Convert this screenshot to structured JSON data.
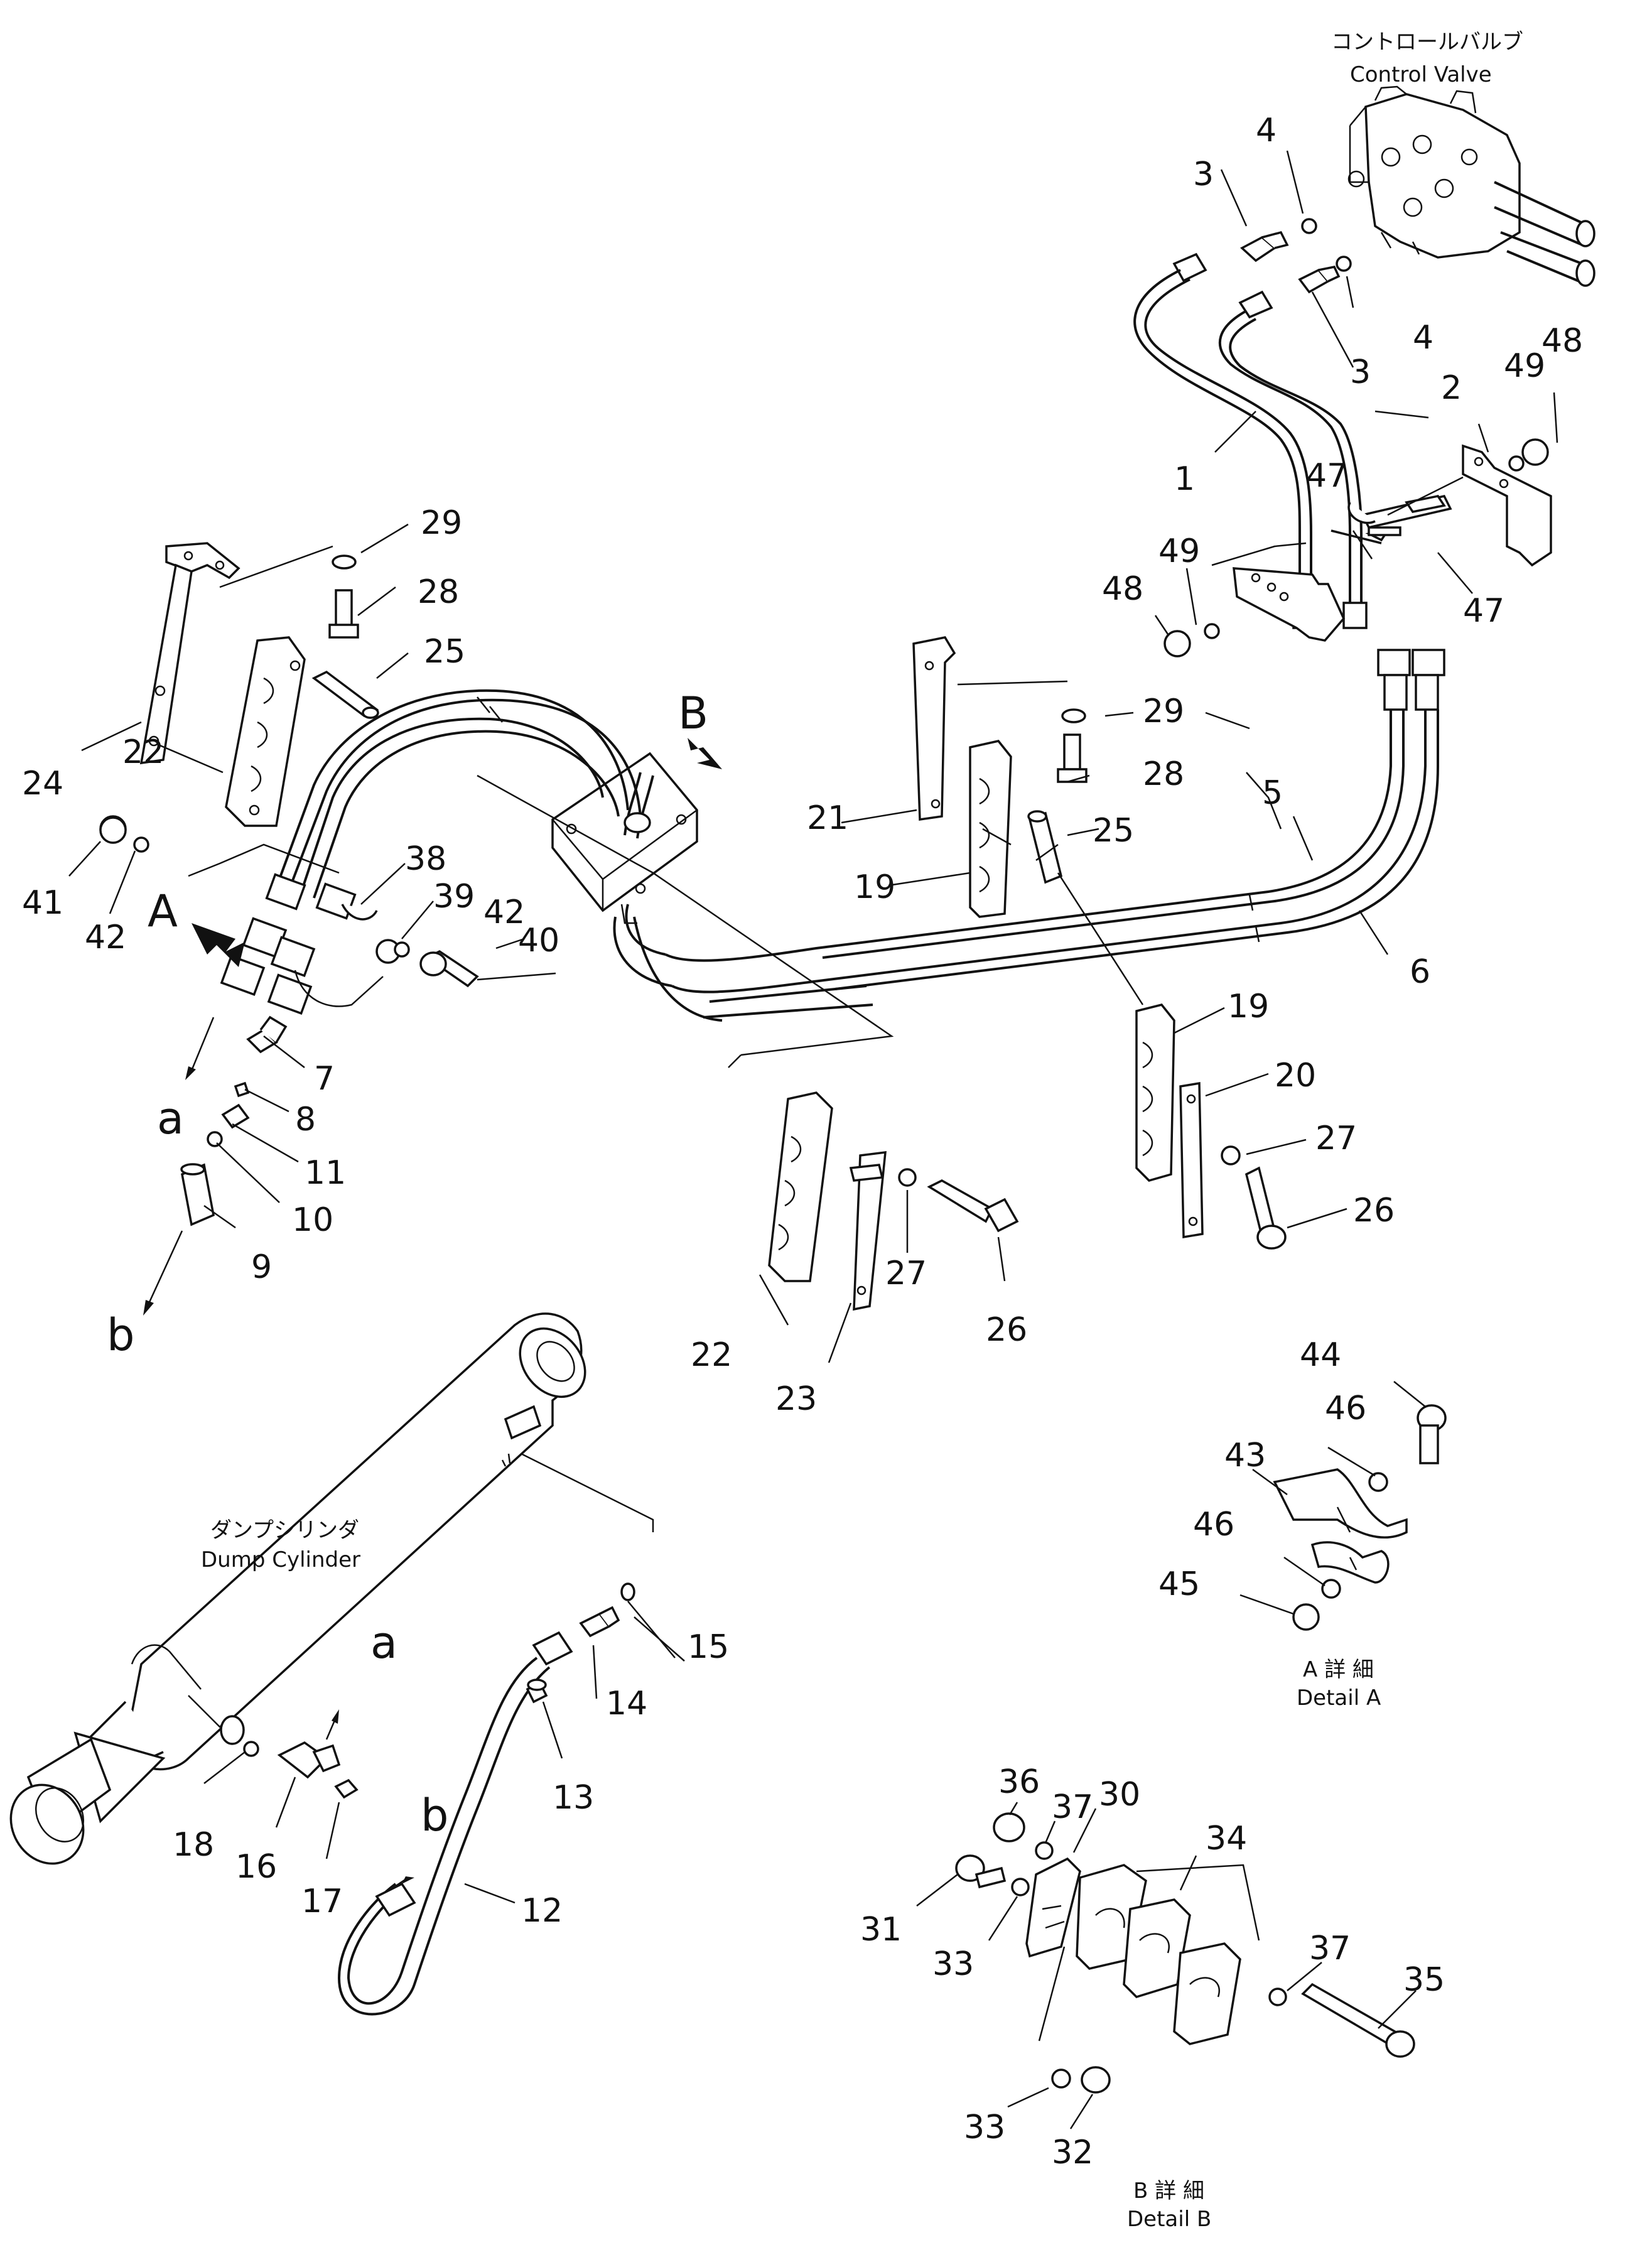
{
  "labels": {
    "control_valve_jp": "コントロールバルブ",
    "control_valve_en": "Control Valve",
    "dump_cylinder_jp": "ダンプシリンダ",
    "dump_cylinder_en": "Dump Cylinder",
    "detail_a_jp": "A 詳 細",
    "detail_a_en": "Detail A",
    "detail_b_jp": "B 詳 細",
    "detail_b_en": "Detail B",
    "arrow_a": "A",
    "arrow_b": "B",
    "ref_a_upper": "a",
    "ref_b_upper": "b",
    "ref_a_lower": "a",
    "ref_b_lower": "b"
  },
  "parts": {
    "p1": "1",
    "p2": "2",
    "p3a": "3",
    "p3b": "3",
    "p4a": "4",
    "p4b": "4",
    "p5": "5",
    "p6": "6",
    "p7": "7",
    "p8": "8",
    "p9": "9",
    "p10": "10",
    "p11": "11",
    "p12": "12",
    "p13": "13",
    "p14": "14",
    "p15": "15",
    "p16": "16",
    "p17": "17",
    "p18": "18",
    "p19a": "19",
    "p19b": "19",
    "p20": "20",
    "p21": "21",
    "p22a": "22",
    "p22b": "22",
    "p23": "23",
    "p24": "24",
    "p25a": "25",
    "p25b": "25",
    "p26a": "26",
    "p26b": "26",
    "p27a": "27",
    "p27b": "27",
    "p28a": "28",
    "p28b": "28",
    "p29a": "29",
    "p29b": "29",
    "p30": "30",
    "p31": "31",
    "p32": "32",
    "p33a": "33",
    "p33b": "33",
    "p34": "34",
    "p35": "35",
    "p36": "36",
    "p37a": "37",
    "p37b": "37",
    "p38": "38",
    "p39": "39",
    "p40": "40",
    "p41": "41",
    "p42a": "42",
    "p42b": "42",
    "p43": "43",
    "p44": "44",
    "p45": "45",
    "p46a": "46",
    "p46b": "46",
    "p47a": "47",
    "p47b": "47",
    "p48a": "48",
    "p48b": "48",
    "p49a": "49",
    "p49b": "49"
  }
}
